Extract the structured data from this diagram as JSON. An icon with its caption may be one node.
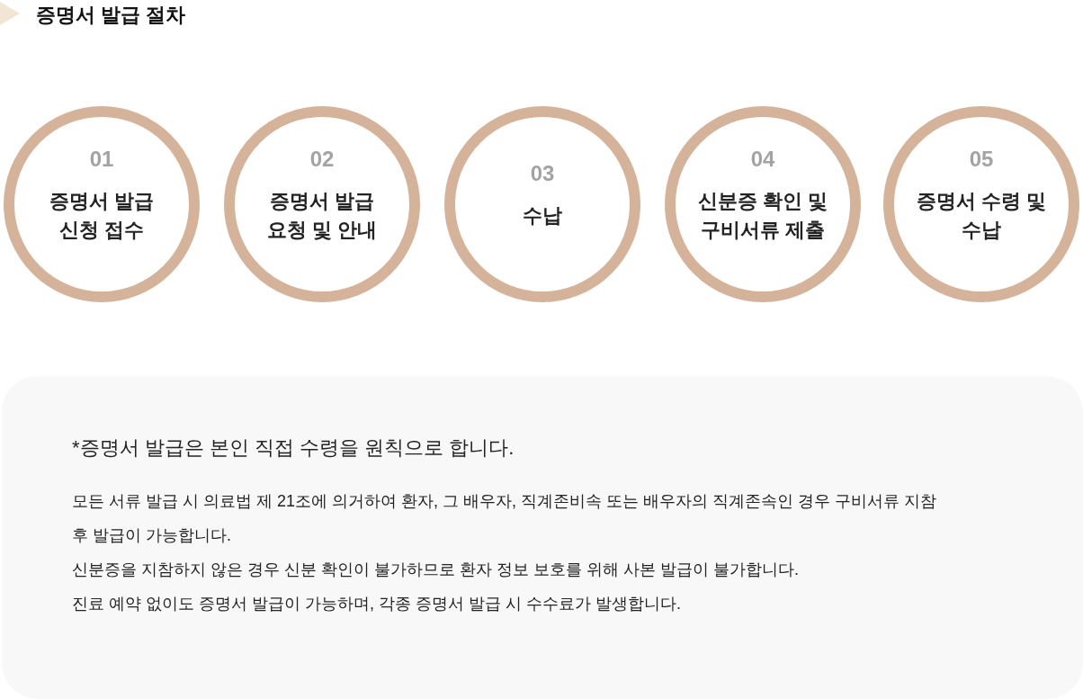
{
  "diagram": {
    "title": "증명서 발급 절차",
    "nodes": [
      {
        "text": [
          "01",
          "증명서 발급 신청 접수"
        ]
      },
      {
        "text": [
          "02",
          "증명서 발급 요청 및 안내"
        ]
      },
      {
        "text": [
          "03",
          "수납"
        ]
      },
      {
        "text": [
          "04",
          "신분증 확인 및 구비서류 제출"
        ]
      },
      {
        "text": [
          "05",
          "증명서 수령 및 수납"
        ]
      },
      {
        "text": [
          "*증명서 발급은 본인 직접 수령을 원칙으로 합니다.",
          "모든 서류 발급 시 의료법 제 21조에 의거하여 환자, 그 배우자, 직계존비속 또는 배우자의 직계존속인 경우 구비서류 지참 후 발급이 가능합니다.",
          "신분증을 지참하지 않은 경우 신분 확인이 불가하므로 환자 정보 보호를 위해 사본 발급이 불가합니다.",
          "진료 예약 없이도 증명서 발급이 가능하며, 각종 증명서 발급 시 수수료가 발생합니다."
        ]
      }
    ],
    "edges": []
  }
}
